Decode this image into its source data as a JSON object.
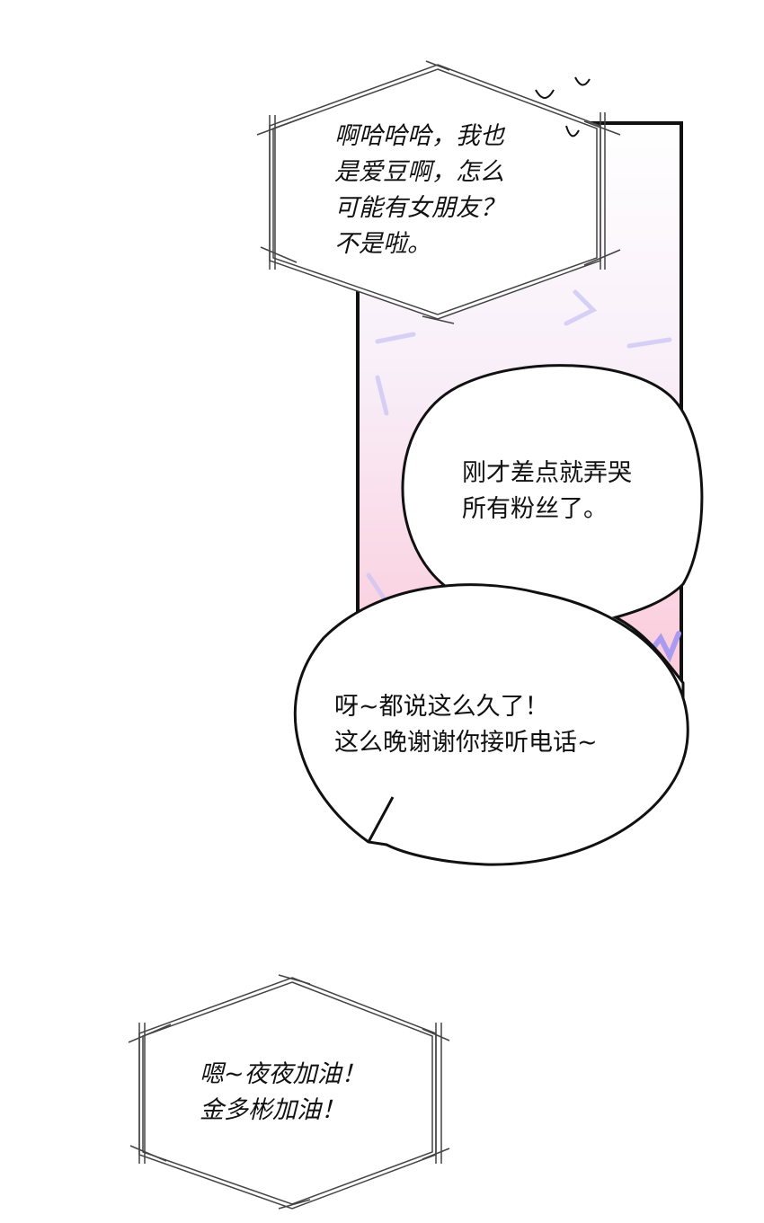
{
  "caption_top": {
    "lines": [
      "啊哈哈哈，我也",
      "是爱豆啊，怎么",
      "可能有女朋友？",
      "不是啦。"
    ]
  },
  "bubble_middle": {
    "lines": [
      "刚才差点就弄哭",
      "所有粉丝了。"
    ]
  },
  "bubble_lower": {
    "lines": [
      "呀~都说这么久了！",
      "这么晚谢谢你接听电话~"
    ]
  },
  "caption_bottom": {
    "lines": [
      "嗯~夜夜加油！",
      "金多彬加油！"
    ]
  },
  "colors": {
    "panel_top": "#ffffff",
    "panel_bottom": "#fcd0dc",
    "accent_lines": "#a99cf0"
  }
}
